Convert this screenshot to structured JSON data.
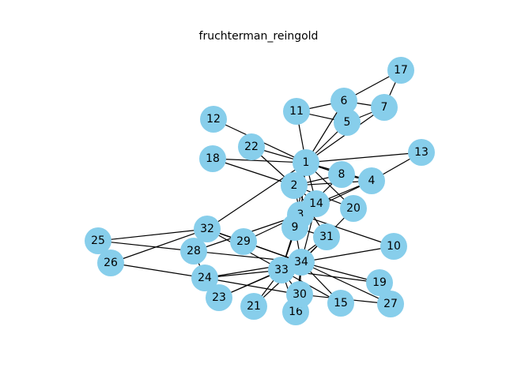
{
  "figure": {
    "title": "fruchterman_reingold"
  },
  "style": {
    "node_color": "#87ceeb",
    "edge_color": "#000000",
    "label_color": "#000000",
    "background": "#ffffff"
  },
  "graph": {
    "nodes": [
      "1",
      "2",
      "3",
      "4",
      "5",
      "6",
      "7",
      "8",
      "9",
      "10",
      "11",
      "12",
      "13",
      "14",
      "15",
      "16",
      "17",
      "18",
      "19",
      "20",
      "21",
      "22",
      "23",
      "24",
      "25",
      "26",
      "27",
      "28",
      "29",
      "30",
      "31",
      "32",
      "33",
      "34"
    ],
    "edges": [
      [
        "1",
        "2"
      ],
      [
        "1",
        "3"
      ],
      [
        "1",
        "4"
      ],
      [
        "1",
        "5"
      ],
      [
        "1",
        "6"
      ],
      [
        "1",
        "7"
      ],
      [
        "1",
        "8"
      ],
      [
        "1",
        "9"
      ],
      [
        "1",
        "11"
      ],
      [
        "1",
        "12"
      ],
      [
        "1",
        "13"
      ],
      [
        "1",
        "14"
      ],
      [
        "1",
        "18"
      ],
      [
        "1",
        "20"
      ],
      [
        "1",
        "22"
      ],
      [
        "1",
        "32"
      ],
      [
        "2",
        "3"
      ],
      [
        "2",
        "4"
      ],
      [
        "2",
        "8"
      ],
      [
        "2",
        "14"
      ],
      [
        "2",
        "18"
      ],
      [
        "2",
        "20"
      ],
      [
        "2",
        "22"
      ],
      [
        "2",
        "31"
      ],
      [
        "3",
        "4"
      ],
      [
        "3",
        "8"
      ],
      [
        "3",
        "9"
      ],
      [
        "3",
        "10"
      ],
      [
        "3",
        "14"
      ],
      [
        "3",
        "28"
      ],
      [
        "3",
        "29"
      ],
      [
        "3",
        "33"
      ],
      [
        "4",
        "8"
      ],
      [
        "4",
        "13"
      ],
      [
        "4",
        "14"
      ],
      [
        "5",
        "7"
      ],
      [
        "5",
        "11"
      ],
      [
        "6",
        "7"
      ],
      [
        "6",
        "11"
      ],
      [
        "6",
        "17"
      ],
      [
        "7",
        "17"
      ],
      [
        "9",
        "31"
      ],
      [
        "9",
        "33"
      ],
      [
        "9",
        "34"
      ],
      [
        "10",
        "34"
      ],
      [
        "14",
        "34"
      ],
      [
        "15",
        "33"
      ],
      [
        "15",
        "34"
      ],
      [
        "16",
        "33"
      ],
      [
        "16",
        "34"
      ],
      [
        "19",
        "33"
      ],
      [
        "19",
        "34"
      ],
      [
        "20",
        "34"
      ],
      [
        "21",
        "33"
      ],
      [
        "21",
        "34"
      ],
      [
        "23",
        "33"
      ],
      [
        "23",
        "34"
      ],
      [
        "24",
        "26"
      ],
      [
        "24",
        "28"
      ],
      [
        "24",
        "30"
      ],
      [
        "24",
        "33"
      ],
      [
        "24",
        "34"
      ],
      [
        "25",
        "26"
      ],
      [
        "25",
        "28"
      ],
      [
        "25",
        "32"
      ],
      [
        "26",
        "32"
      ],
      [
        "27",
        "30"
      ],
      [
        "27",
        "34"
      ],
      [
        "28",
        "34"
      ],
      [
        "29",
        "32"
      ],
      [
        "29",
        "34"
      ],
      [
        "30",
        "33"
      ],
      [
        "30",
        "34"
      ],
      [
        "31",
        "33"
      ],
      [
        "31",
        "34"
      ],
      [
        "32",
        "33"
      ],
      [
        "32",
        "34"
      ],
      [
        "33",
        "34"
      ]
    ]
  }
}
